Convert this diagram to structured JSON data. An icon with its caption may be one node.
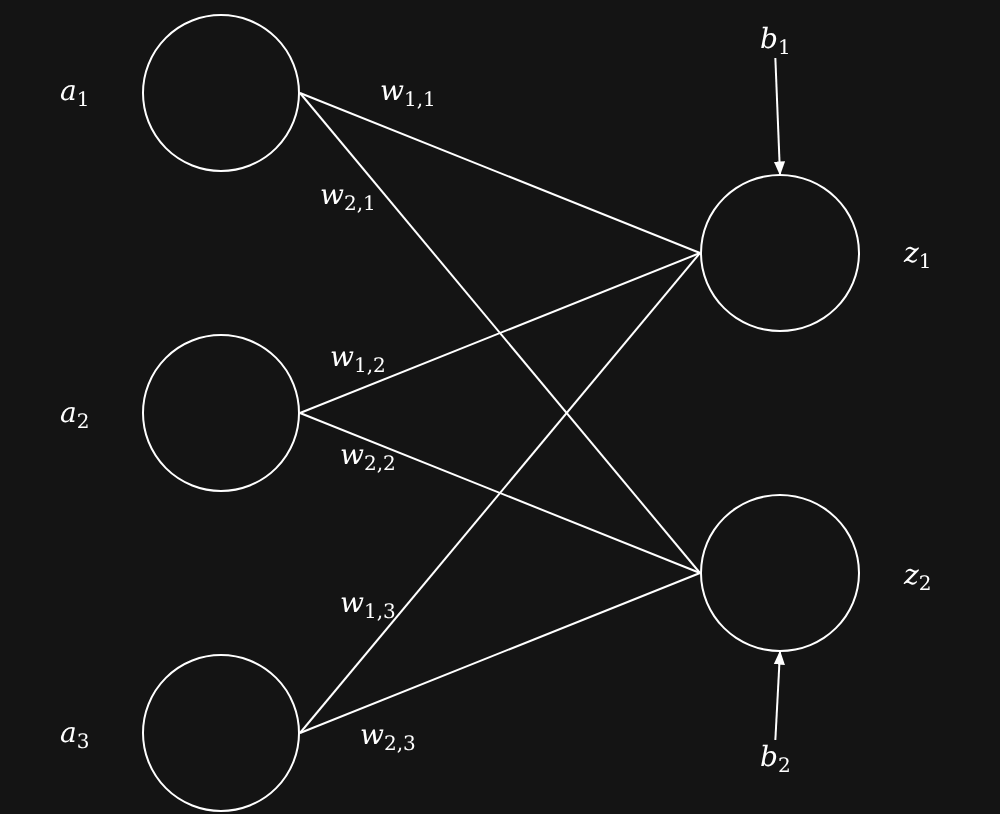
{
  "diagram": {
    "nodes": [
      {
        "text": [],
        "shape": "circle",
        "beside": [
          "*a*$_{1}$"
        ]
      },
      {
        "text": [],
        "shape": "circle",
        "beside": [
          "*a*$_{2}$"
        ]
      },
      {
        "text": [],
        "shape": "circle",
        "beside": [
          "*a*$_{3}$"
        ]
      },
      {
        "text": [],
        "shape": "circle",
        "beside": [
          "*z*$_{1}$"
        ]
      },
      {
        "text": [],
        "shape": "circle",
        "beside": [
          "*z*$_{2}$"
        ]
      },
      {
        "text": [
          "*b*$_{1}$"
        ]
      },
      {
        "text": [
          "*b*$_{2}$"
        ]
      }
    ],
    "edges": [
      {
        "from": 0,
        "to": 3,
        "arrow": "none",
        "label": "*w*$_{1,1}$"
      },
      {
        "from": 0,
        "to": 4,
        "arrow": "none",
        "label": "*w*$_{2,1}$"
      },
      {
        "from": 1,
        "to": 3,
        "arrow": "none",
        "label": "*w*$_{1,2}$"
      },
      {
        "from": 1,
        "to": 4,
        "arrow": "none",
        "label": "*w*$_{2,2}$"
      },
      {
        "from": 2,
        "to": 3,
        "arrow": "none",
        "label": "*w*$_{1,3}$"
      },
      {
        "from": 2,
        "to": 4,
        "arrow": "none",
        "label": "*w*$_{2,3}$"
      },
      {
        "from": 5,
        "to": 3,
        "arrow": "to"
      },
      {
        "from": 6,
        "to": 4,
        "arrow": "to"
      }
    ]
  }
}
